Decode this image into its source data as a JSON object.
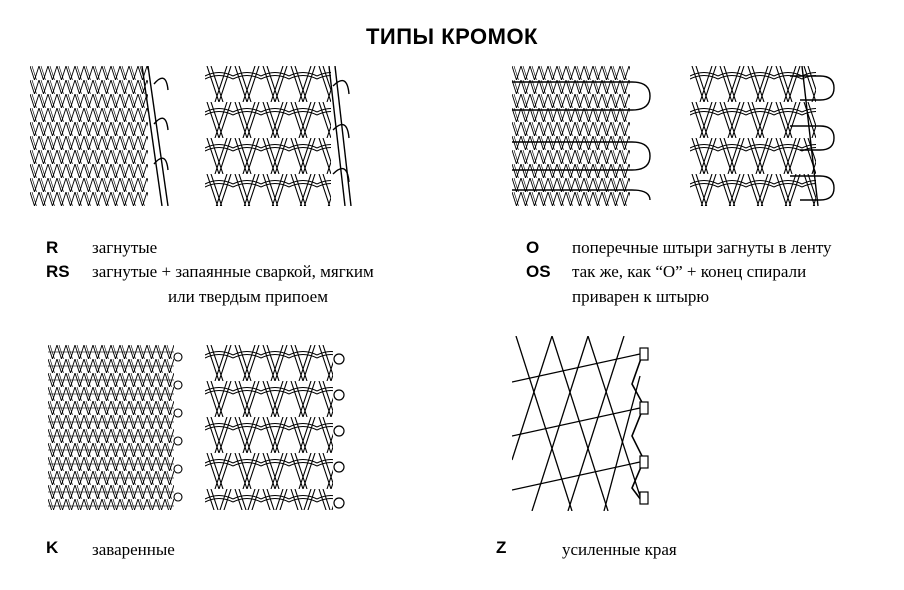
{
  "title": "ТИПЫ КРОМОК",
  "edges": {
    "r": {
      "code": "R",
      "desc": "загнутые"
    },
    "rs": {
      "code": "RS",
      "desc1": "загнутые + запаянные сваркой, мягким",
      "desc2": "или твердым припоем"
    },
    "o": {
      "code": "O",
      "desc": "поперечные штыри загнуты в ленту"
    },
    "os": {
      "code": "OS",
      "desc1": "так же, как “O” + конец спирали",
      "desc2": "приварен к штырю"
    },
    "k": {
      "code": "K",
      "desc": "заваренные"
    },
    "z": {
      "code": "Z",
      "desc": "усиленные края"
    }
  },
  "colors": {
    "line": "#000000",
    "background": "#ffffff"
  }
}
